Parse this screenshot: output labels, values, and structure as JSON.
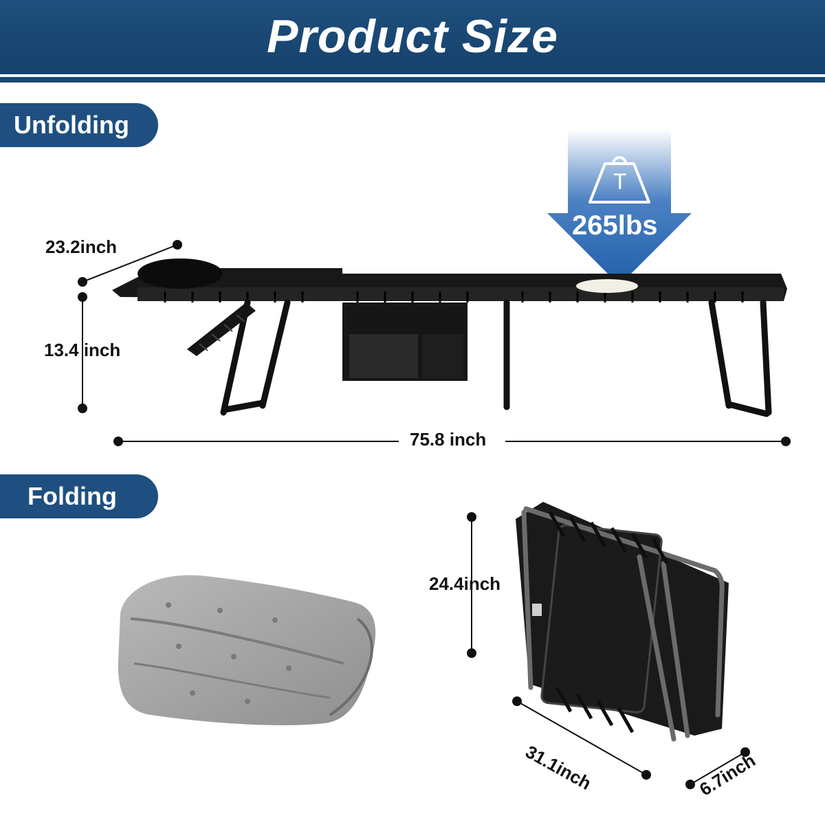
{
  "header": {
    "title": "Product Size"
  },
  "sections": {
    "unfolding_label": "Unfolding",
    "folding_label": "Folding"
  },
  "unfolded": {
    "width": "23.2inch",
    "height": "13.4 inch",
    "length": "75.8 inch",
    "weight_capacity": "265lbs",
    "weight_icon": "weight-icon",
    "weight_icon_letter": "T"
  },
  "folded": {
    "height": "24.4inch",
    "length": "31.1inch",
    "depth": "6.7inch"
  },
  "colors": {
    "brand_blue": "#1e4f80",
    "frame": "#1a1a1a",
    "cushion": "#a9a9a9"
  }
}
